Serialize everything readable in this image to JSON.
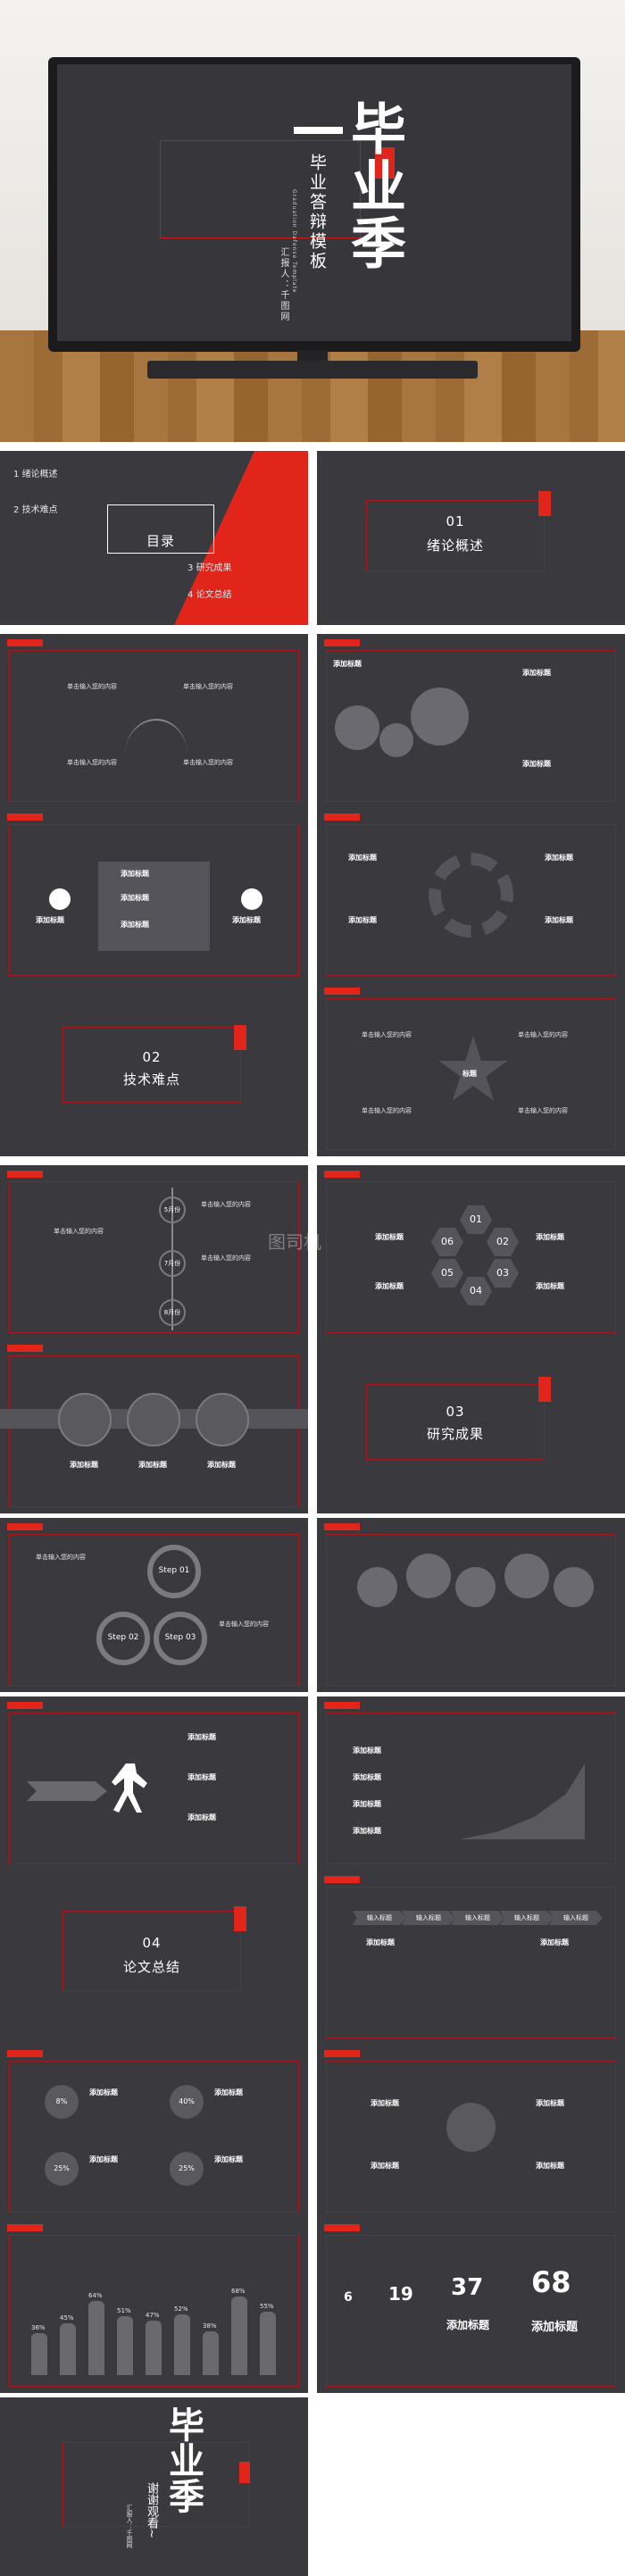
{
  "hero": {
    "title": "毕业季",
    "subtitle": "毕业答辩模板",
    "presenter": "汇报人：千图网",
    "eng_line": "Graduation Defense Template"
  },
  "slides": {
    "toc": {
      "title": "目录",
      "items": [
        {
          "num": "1",
          "label": "绪论概述"
        },
        {
          "num": "2",
          "label": "技术难点"
        },
        {
          "num": "3",
          "label": "研究成果"
        },
        {
          "num": "4",
          "label": "论文总结"
        }
      ]
    },
    "section1": {
      "num": "01",
      "title": "绪论概述"
    },
    "section2": {
      "num": "02",
      "title": "技术难点"
    },
    "section3": {
      "num": "03",
      "title": "研究成果"
    },
    "section4": {
      "num": "04",
      "title": "论文总结"
    },
    "common": {
      "add_title": "添加标题",
      "add_text": "单击输入您的内容"
    },
    "timeline": {
      "dates": [
        "5月份",
        "7月份",
        "8月份"
      ]
    },
    "hexnums": [
      "01",
      "02",
      "03",
      "04",
      "05",
      "06"
    ],
    "steps": [
      "Step 01",
      "Step 02",
      "Step 03"
    ],
    "arrows": [
      "输入标题",
      "输入标题",
      "输入标题",
      "输入标题",
      "输入标题"
    ],
    "percents": [
      "8%",
      "40%",
      "25%",
      "25%"
    ],
    "bars": [
      "36%",
      "45%",
      "64%",
      "51%",
      "47%",
      "52%",
      "38%",
      "68%",
      "55%"
    ],
    "stats": [
      "6",
      "19",
      "37",
      "68"
    ],
    "center_label": "标题",
    "watermark": "图司机"
  },
  "ending": {
    "title": "毕业季",
    "subtitle": "谢谢观看~",
    "presenter": "汇报人：千图网"
  },
  "colors": {
    "accent": "#e1251b",
    "slide_bg": "#3a393e",
    "frame": "#a7171b"
  }
}
